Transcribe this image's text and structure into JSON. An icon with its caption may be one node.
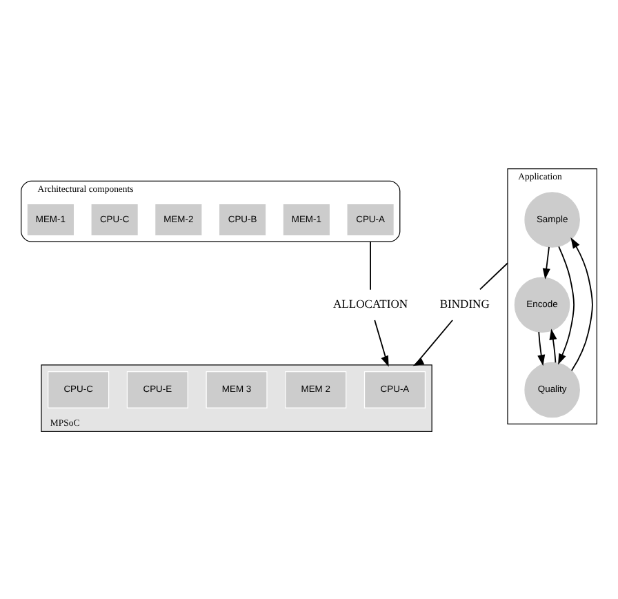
{
  "diagram": {
    "nodes": [
      {
        "text": [
          "Architectural components"
        ]
      },
      {
        "text": [
          "CPU-A"
        ],
        "in": 0
      },
      {
        "text": [
          "MEM-1"
        ],
        "in": 0
      },
      {
        "text": [
          "CPU-B"
        ],
        "in": 0
      },
      {
        "text": [
          "MEM-2"
        ],
        "in": 0
      },
      {
        "text": [
          "CPU-C"
        ],
        "in": 0
      },
      {
        "text": [
          "MEM-1"
        ],
        "in": 0
      },
      {
        "text": [
          "Application"
        ]
      },
      {
        "text": [
          "Sample"
        ],
        "in": 7
      },
      {
        "text": [
          "Encode"
        ],
        "in": 7
      },
      {
        "text": [
          "Quality"
        ],
        "in": 7
      },
      {
        "text": [
          "ALLOCATION"
        ]
      },
      {
        "text": [
          "BINDING"
        ]
      },
      {
        "text": [
          "MPSoC"
        ]
      },
      {
        "text": [
          "CPU-A"
        ],
        "in": 13
      },
      {
        "text": [
          "MEM 2"
        ],
        "in": 13
      },
      {
        "text": [
          "MEM 3"
        ],
        "in": 13
      },
      {
        "text": [
          "CPU-E"
        ],
        "in": 13
      },
      {
        "text": [
          "CPU-C"
        ],
        "in": 13
      }
    ],
    "edges": [
      {
        "from": 8,
        "to": 9,
        "arrow": "to"
      },
      {
        "from": 8,
        "to": 10,
        "arrow": "to"
      },
      {
        "from": 10,
        "to": 8,
        "arrow": "to"
      },
      {
        "from": 9,
        "to": 10,
        "arrow": "to"
      },
      {
        "from": 10,
        "to": 9,
        "arrow": "to"
      },
      {
        "from": 0,
        "to": 11,
        "arrow": "none"
      },
      {
        "from": 7,
        "to": 12,
        "arrow": "none"
      },
      {
        "from": 11,
        "to": 13,
        "arrow": "to"
      },
      {
        "from": 12,
        "to": 13,
        "arrow": "to"
      }
    ]
  }
}
